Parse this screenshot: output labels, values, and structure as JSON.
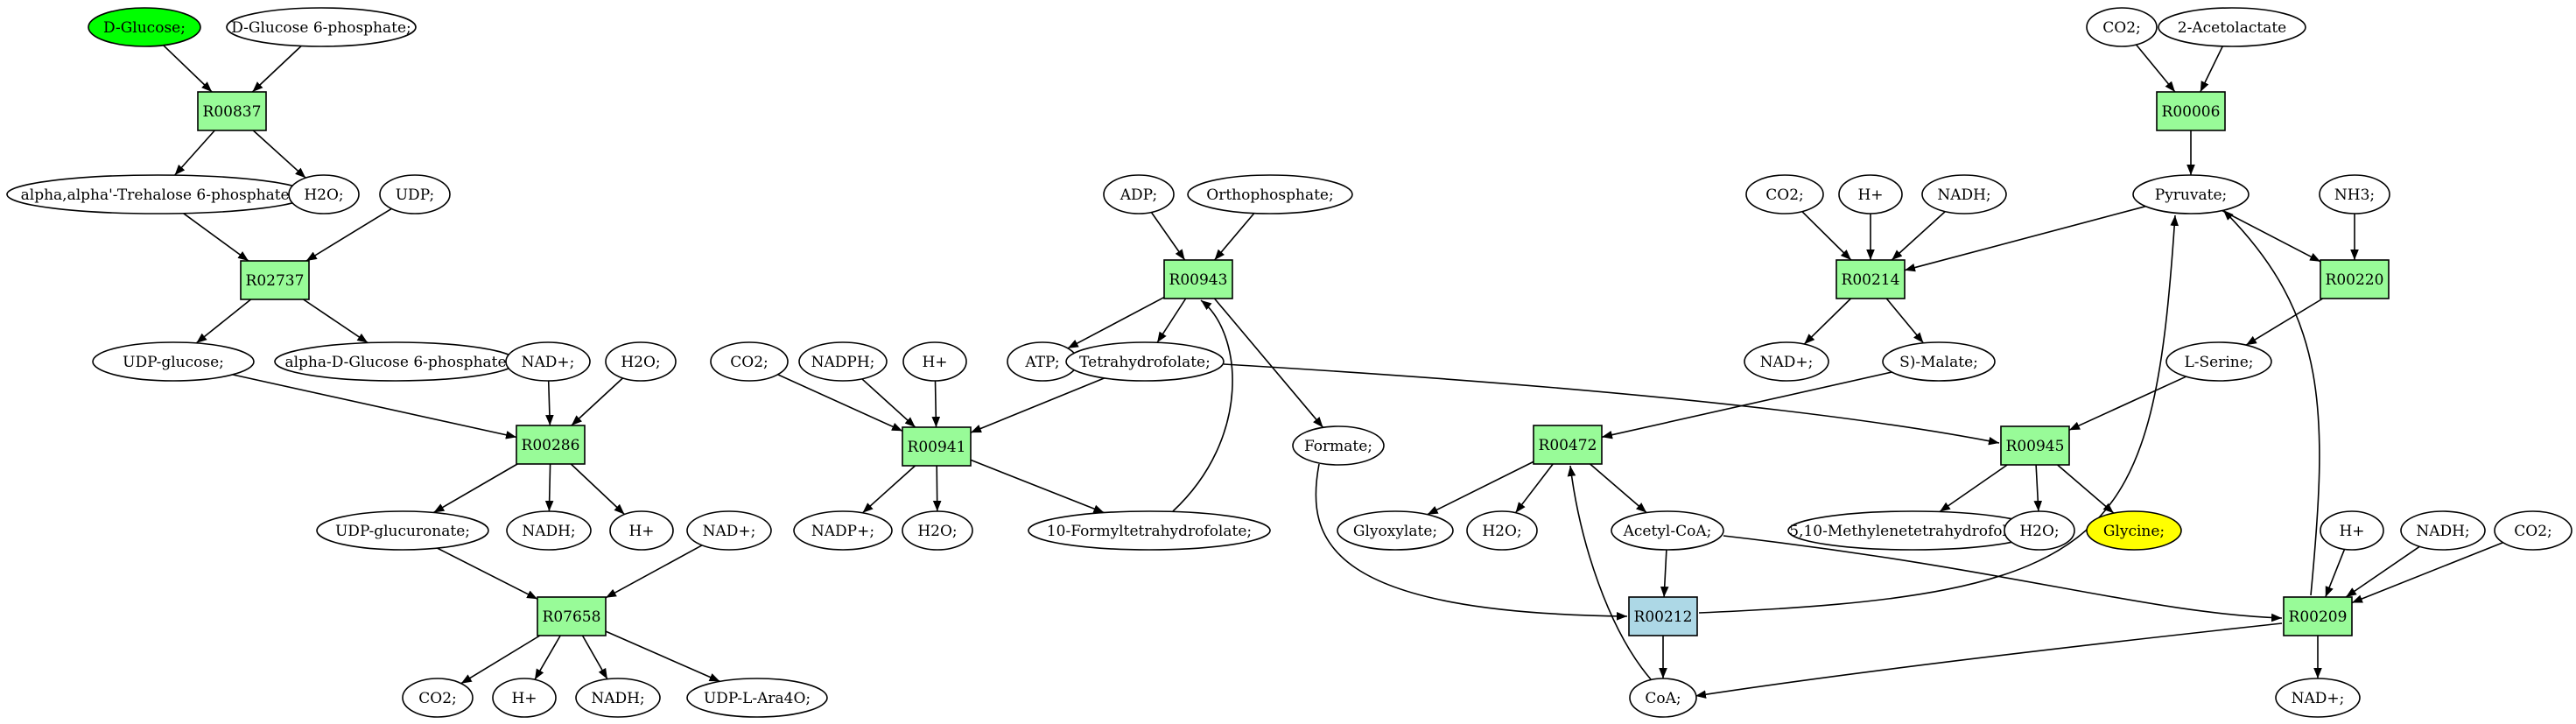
{
  "colors": {
    "reaction": "#98fb98",
    "reaction_highlight": "#add8e6",
    "start_metabolite": "#00ff00",
    "target_metabolite": "#ffff00",
    "metabolite": "#ffffff"
  },
  "nodes": {
    "dglucose": {
      "label": "D-Glucose;",
      "kind": "start"
    },
    "dglc6p": {
      "label": "D-Glucose 6-phosphate;",
      "kind": "metabolite"
    },
    "r00837": {
      "label": "R00837",
      "kind": "reaction"
    },
    "trehalose6p": {
      "label": "alpha,alpha'-Trehalose 6-phosphate;",
      "kind": "metabolite"
    },
    "h2o_1": {
      "label": "H2O;",
      "kind": "metabolite"
    },
    "udp_1": {
      "label": "UDP;",
      "kind": "metabolite"
    },
    "r02737": {
      "label": "R02737",
      "kind": "reaction"
    },
    "udpglucose": {
      "label": "UDP-glucose;",
      "kind": "metabolite"
    },
    "adglc6p": {
      "label": "alpha-D-Glucose 6-phosphate",
      "kind": "metabolite"
    },
    "nadp_plus_1": {
      "label": "NAD+;",
      "kind": "metabolite"
    },
    "h2o_2": {
      "label": "H2O;",
      "kind": "metabolite"
    },
    "r00286": {
      "label": "R00286",
      "kind": "reaction"
    },
    "udpglucuronate": {
      "label": "UDP-glucuronate;",
      "kind": "metabolite"
    },
    "nadh_1": {
      "label": "NADH;",
      "kind": "metabolite"
    },
    "hplus_1": {
      "label": "H+",
      "kind": "metabolite"
    },
    "nadplus_2": {
      "label": "NAD+;",
      "kind": "metabolite"
    },
    "r07658": {
      "label": "R07658",
      "kind": "reaction"
    },
    "co2_1": {
      "label": "CO2;",
      "kind": "metabolite"
    },
    "hplus_2": {
      "label": "H+",
      "kind": "metabolite"
    },
    "nadh_2": {
      "label": "NADH;",
      "kind": "metabolite"
    },
    "udplara4o": {
      "label": "UDP-L-Ara4O;",
      "kind": "metabolite"
    },
    "co2_2": {
      "label": "CO2;",
      "kind": "metabolite"
    },
    "nadph": {
      "label": "NADPH;",
      "kind": "metabolite"
    },
    "hplus_3": {
      "label": "H+",
      "kind": "metabolite"
    },
    "r00941": {
      "label": "R00941",
      "kind": "reaction"
    },
    "nadpplus": {
      "label": "NADP+;",
      "kind": "metabolite"
    },
    "h2o_3": {
      "label": "H2O;",
      "kind": "metabolite"
    },
    "formylthf": {
      "label": "10-Formyltetrahydrofolate;",
      "kind": "metabolite"
    },
    "adp": {
      "label": "ADP;",
      "kind": "metabolite"
    },
    "orthophosphate": {
      "label": "Orthophosphate;",
      "kind": "metabolite"
    },
    "r00943": {
      "label": "R00943",
      "kind": "reaction"
    },
    "atp": {
      "label": "ATP;",
      "kind": "metabolite"
    },
    "thf": {
      "label": "Tetrahydrofolate;",
      "kind": "metabolite"
    },
    "formate": {
      "label": "Formate;",
      "kind": "metabolite"
    },
    "co2_3": {
      "label": "CO2;",
      "kind": "metabolite"
    },
    "hplus_4": {
      "label": "H+",
      "kind": "metabolite"
    },
    "nadh_3": {
      "label": "NADH;",
      "kind": "metabolite"
    },
    "r00214": {
      "label": "R00214",
      "kind": "reaction"
    },
    "nadplus_3": {
      "label": "NAD+;",
      "kind": "metabolite"
    },
    "smalate": {
      "label": "S)-Malate;",
      "kind": "metabolite"
    },
    "r00472": {
      "label": "R00472",
      "kind": "reaction"
    },
    "glyoxylate": {
      "label": "Glyoxylate;",
      "kind": "metabolite"
    },
    "h2o_4": {
      "label": "H2O;",
      "kind": "metabolite"
    },
    "acetylcoa": {
      "label": "Acetyl-CoA;",
      "kind": "metabolite"
    },
    "r00212": {
      "label": "R00212",
      "kind": "reaction_highlight"
    },
    "coa": {
      "label": "CoA;",
      "kind": "metabolite"
    },
    "co2_4": {
      "label": "CO2;",
      "kind": "metabolite"
    },
    "acetolactate": {
      "label": "2-Acetolactate",
      "kind": "metabolite"
    },
    "r00006": {
      "label": "R00006",
      "kind": "reaction"
    },
    "pyruvate": {
      "label": "Pyruvate;",
      "kind": "metabolite"
    },
    "nh3": {
      "label": "NH3;",
      "kind": "metabolite"
    },
    "r00220": {
      "label": "R00220",
      "kind": "reaction"
    },
    "lserine": {
      "label": "L-Serine;",
      "kind": "metabolite"
    },
    "r00945": {
      "label": "R00945",
      "kind": "reaction"
    },
    "methylenethf": {
      "label": "5,10-Methylenetetrahydrofolate;",
      "kind": "metabolite"
    },
    "h2o_5": {
      "label": "H2O;",
      "kind": "metabolite"
    },
    "glycine": {
      "label": "Glycine;",
      "kind": "target"
    },
    "hplus_5": {
      "label": "H+",
      "kind": "metabolite"
    },
    "nadh_4": {
      "label": "NADH;",
      "kind": "metabolite"
    },
    "co2_5": {
      "label": "CO2;",
      "kind": "metabolite"
    },
    "r00209": {
      "label": "R00209",
      "kind": "reaction"
    },
    "nadplus_4": {
      "label": "NAD+;",
      "kind": "metabolite"
    }
  },
  "edges": [
    [
      "dglucose",
      "r00837"
    ],
    [
      "dglc6p",
      "r00837"
    ],
    [
      "r00837",
      "trehalose6p"
    ],
    [
      "r00837",
      "h2o_1"
    ],
    [
      "trehalose6p",
      "r02737"
    ],
    [
      "udp_1",
      "r02737"
    ],
    [
      "r02737",
      "udpglucose"
    ],
    [
      "r02737",
      "adglc6p"
    ],
    [
      "udpglucose",
      "r00286"
    ],
    [
      "nadp_plus_1",
      "r00286"
    ],
    [
      "h2o_2",
      "r00286"
    ],
    [
      "r00286",
      "udpglucuronate"
    ],
    [
      "r00286",
      "nadh_1"
    ],
    [
      "r00286",
      "hplus_1"
    ],
    [
      "udpglucuronate",
      "r07658"
    ],
    [
      "nadplus_2",
      "r07658"
    ],
    [
      "r07658",
      "co2_1"
    ],
    [
      "r07658",
      "hplus_2"
    ],
    [
      "r07658",
      "nadh_2"
    ],
    [
      "r07658",
      "udplara4o"
    ],
    [
      "co2_2",
      "r00941"
    ],
    [
      "nadph",
      "r00941"
    ],
    [
      "hplus_3",
      "r00941"
    ],
    [
      "thf",
      "r00941"
    ],
    [
      "r00941",
      "nadpplus"
    ],
    [
      "r00941",
      "h2o_3"
    ],
    [
      "r00941",
      "formylthf"
    ],
    [
      "adp",
      "r00943"
    ],
    [
      "orthophosphate",
      "r00943"
    ],
    [
      "formylthf",
      "r00943"
    ],
    [
      "r00943",
      "atp"
    ],
    [
      "r00943",
      "thf"
    ],
    [
      "r00943",
      "formate"
    ],
    [
      "co2_3",
      "r00214"
    ],
    [
      "hplus_4",
      "r00214"
    ],
    [
      "nadh_3",
      "r00214"
    ],
    [
      "pyruvate",
      "r00214"
    ],
    [
      "r00214",
      "nadplus_3"
    ],
    [
      "r00214",
      "smalate"
    ],
    [
      "smalate",
      "r00472"
    ],
    [
      "coa",
      "r00472"
    ],
    [
      "r00472",
      "glyoxylate"
    ],
    [
      "r00472",
      "h2o_4"
    ],
    [
      "r00472",
      "acetylcoa"
    ],
    [
      "acetylcoa",
      "r00212"
    ],
    [
      "formate",
      "r00212"
    ],
    [
      "r00212",
      "coa"
    ],
    [
      "r00212",
      "pyruvate"
    ],
    [
      "co2_4",
      "r00006"
    ],
    [
      "acetolactate",
      "r00006"
    ],
    [
      "r00006",
      "pyruvate"
    ],
    [
      "pyruvate",
      "r00220"
    ],
    [
      "nh3",
      "r00220"
    ],
    [
      "r00220",
      "lserine"
    ],
    [
      "lserine",
      "r00945"
    ],
    [
      "thf",
      "r00945"
    ],
    [
      "r00945",
      "methylenethf"
    ],
    [
      "r00945",
      "h2o_5"
    ],
    [
      "r00945",
      "glycine"
    ],
    [
      "acetylcoa",
      "r00209"
    ],
    [
      "hplus_5",
      "r00209"
    ],
    [
      "nadh_4",
      "r00209"
    ],
    [
      "co2_5",
      "r00209"
    ],
    [
      "r00209",
      "nadplus_4"
    ],
    [
      "r00209",
      "coa"
    ],
    [
      "r00209",
      "pyruvate"
    ]
  ]
}
